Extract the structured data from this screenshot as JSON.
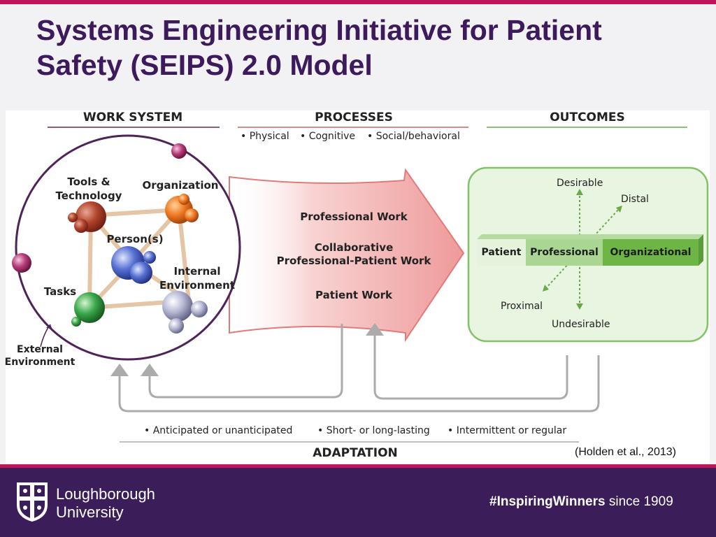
{
  "slide": {
    "title": "Systems Engineering Initiative for Patient Safety (SEIPS) 2.0 Model",
    "citation": "(Holden et al., 2013)",
    "accent": "#c0155a",
    "brand_purple": "#3b1d5a"
  },
  "diagram": {
    "headers": {
      "work_system": "WORK SYSTEM",
      "processes": "PROCESSES",
      "outcomes": "OUTCOMES",
      "adaptation": "ADAPTATION"
    },
    "process_types": [
      "• Physical",
      "• Cognitive",
      "• Social/behavioral"
    ],
    "work_system": {
      "tools": "Tools &\nTechnology",
      "organization": "Organization",
      "person": "Person(s)",
      "internal": "Internal\nEnvironment",
      "tasks": "Tasks",
      "external": "External\nEnvironment"
    },
    "process_items": [
      "Professional Work",
      "Collaborative\nProfessional-Patient Work",
      "Patient Work"
    ],
    "outcomes": {
      "desirable": "Desirable",
      "distal": "Distal",
      "proximal": "Proximal",
      "undesirable": "Undesirable",
      "bar": [
        "Patient",
        "Professional",
        "Organizational"
      ]
    },
    "adaptation_items": [
      "• Anticipated or unanticipated",
      "• Short- or long-lasting",
      "• Intermittent or regular"
    ]
  },
  "footer": {
    "university_line1": "Loughborough",
    "university_line2": "University",
    "tagline_bold": "#InspiringWinners",
    "tagline_rest": " since 1909"
  }
}
